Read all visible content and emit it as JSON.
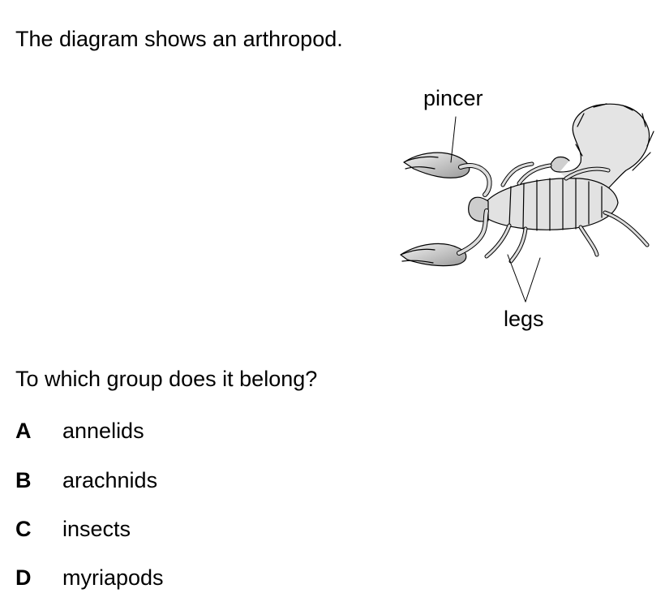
{
  "stem": "The diagram shows an arthropod.",
  "figure": {
    "label_pincer": "pincer",
    "label_legs": "legs"
  },
  "question": "To which group does it belong?",
  "options": [
    {
      "letter": "A",
      "text": "annelids"
    },
    {
      "letter": "B",
      "text": "arachnids"
    },
    {
      "letter": "C",
      "text": "insects"
    },
    {
      "letter": "D",
      "text": "myriapods"
    }
  ]
}
